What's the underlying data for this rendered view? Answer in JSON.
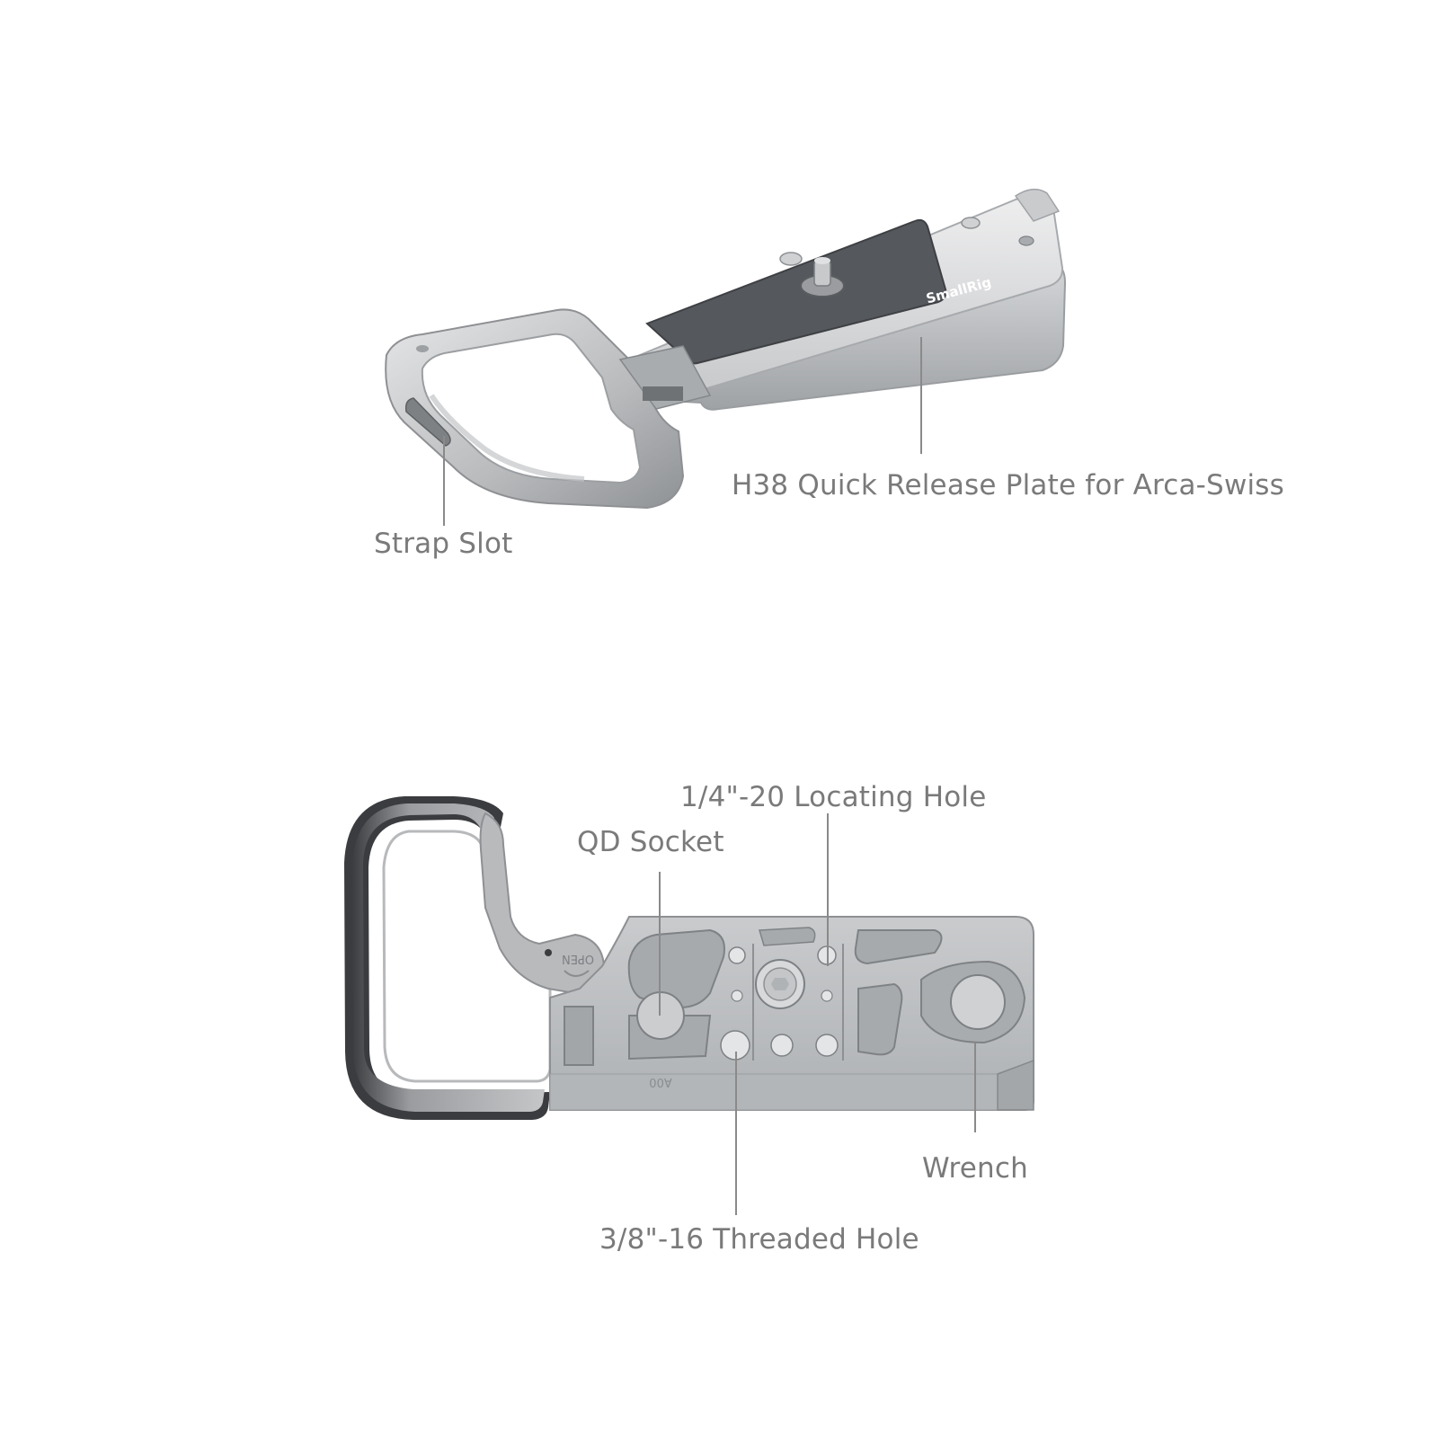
{
  "product": {
    "brand_engraving": "SmallRig",
    "model_engraving": "A00",
    "lever_engraving": "OPEN"
  },
  "callouts": {
    "quick_release_plate": "H38 Quick Release Plate for Arca-Swiss",
    "strap_slot": "Strap Slot",
    "locating_hole": "1/4\"-20 Locating Hole",
    "qd_socket": "QD Socket",
    "wrench": "Wrench",
    "threaded_hole": "3/8\"-16 Threaded Hole"
  },
  "colors": {
    "label_text": "#7a7a7a",
    "leader_line": "#8a8a8a",
    "aluminum_light": "#d9dadb",
    "aluminum_mid": "#b9bbbd",
    "aluminum_dark": "#8e9093",
    "plate_dark": "#55585c"
  }
}
